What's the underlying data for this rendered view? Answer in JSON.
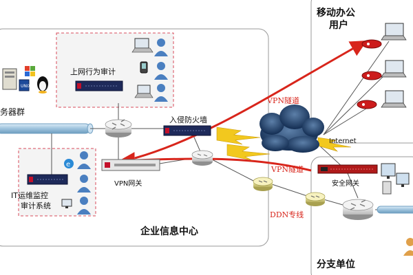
{
  "labels": {
    "mobile_office": "移动办公",
    "mobile_users": "用户",
    "server_cluster": "务器群",
    "behavior_audit": "上网行为审计",
    "ids_firewall": "入侵防火墙",
    "internet": "Internet",
    "vpn_tunnel_top": "VPN隧道",
    "vpn_tunnel_bottom": "VPN隧道",
    "vpn_gateway": "VPN网关",
    "security_gateway": "安全网关",
    "ops_audit_line1": "IT运维监控",
    "ops_audit_line2": "审计系统",
    "ddn_line": "DDN专线",
    "enterprise_center": "企业信息中心",
    "branch": "分支单位"
  },
  "colors": {
    "tunnel": "#d8251b",
    "dashed_box": "#d84a5a",
    "zone_border": "#999999",
    "bus": "#9ec3dd",
    "cloud": "#1c3f6e",
    "lightning": "#f2c81e"
  },
  "icons": [
    "server-icon",
    "windows-logo-icon",
    "linux-penguin-icon",
    "unix-icon",
    "laptop-icon",
    "pda-icon",
    "person-icon",
    "router-icon",
    "switch-icon",
    "firewall-appliance-icon",
    "vpn-key-icon",
    "cloud-icon",
    "lightning-icon",
    "monitor-icon",
    "ie-browser-icon"
  ]
}
